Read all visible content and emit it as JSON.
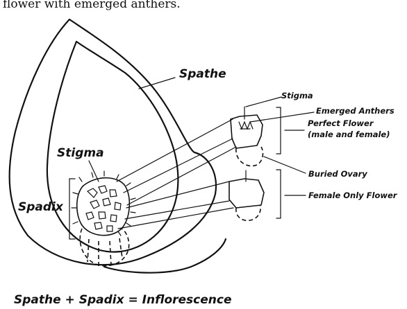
{
  "caption_top": "flower with emerged anthers.",
  "labels": {
    "spathe": "Spathe",
    "stigma_left": "Stigma",
    "spadix": "Spadix",
    "stigma_right": "Stigma",
    "emerged_anthers": "Emerged Anthers",
    "perfect_flower_line1": "Perfect Flower",
    "perfect_flower_line2": "(male and female)",
    "buried_ovary": "Buried Ovary",
    "female_only_flower": "Female Only Flower"
  },
  "bottom_caption": "Spathe + Spadix = Inflorescence"
}
